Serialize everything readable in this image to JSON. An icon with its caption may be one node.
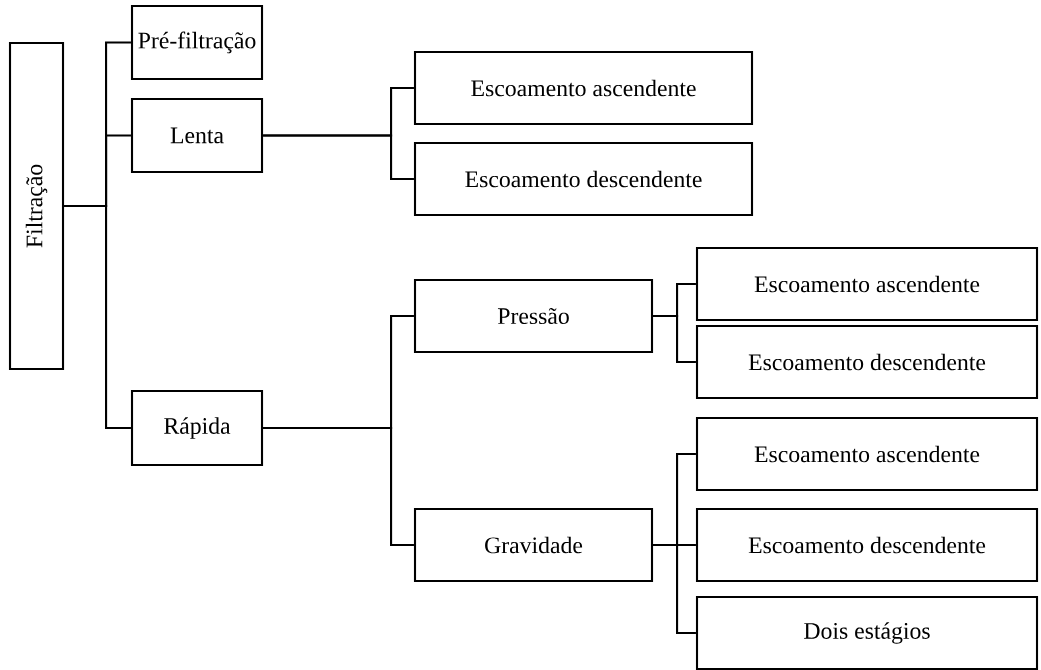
{
  "diagram": {
    "nodes": [
      {
        "text": [
          "Filtração"
        ]
      },
      {
        "text": [
          "Pré-filtração"
        ]
      },
      {
        "text": [
          "Lenta"
        ]
      },
      {
        "text": [
          "Rápida"
        ]
      },
      {
        "text": [
          "Escoamento ascendente"
        ]
      },
      {
        "text": [
          "Escoamento descendente"
        ]
      },
      {
        "text": [
          "Pressão"
        ]
      },
      {
        "text": [
          "Gravidade"
        ]
      },
      {
        "text": [
          "Escoamento ascendente"
        ]
      },
      {
        "text": [
          "Escoamento descendente"
        ]
      },
      {
        "text": [
          "Escoamento ascendente"
        ]
      },
      {
        "text": [
          "Escoamento descendente"
        ]
      },
      {
        "text": [
          "Dois estágios"
        ]
      }
    ],
    "edges": [
      {
        "from": 0,
        "to": 1,
        "arrow": "none"
      },
      {
        "from": 0,
        "to": 2,
        "arrow": "none"
      },
      {
        "from": 0,
        "to": 3,
        "arrow": "none"
      },
      {
        "from": 2,
        "to": 4,
        "arrow": "none"
      },
      {
        "from": 2,
        "to": 5,
        "arrow": "none"
      },
      {
        "from": 3,
        "to": 6,
        "arrow": "none"
      },
      {
        "from": 3,
        "to": 7,
        "arrow": "none"
      },
      {
        "from": 6,
        "to": 8,
        "arrow": "none"
      },
      {
        "from": 6,
        "to": 9,
        "arrow": "none"
      },
      {
        "from": 7,
        "to": 10,
        "arrow": "none"
      },
      {
        "from": 7,
        "to": 11,
        "arrow": "none"
      },
      {
        "from": 7,
        "to": 12,
        "arrow": "none"
      }
    ]
  }
}
